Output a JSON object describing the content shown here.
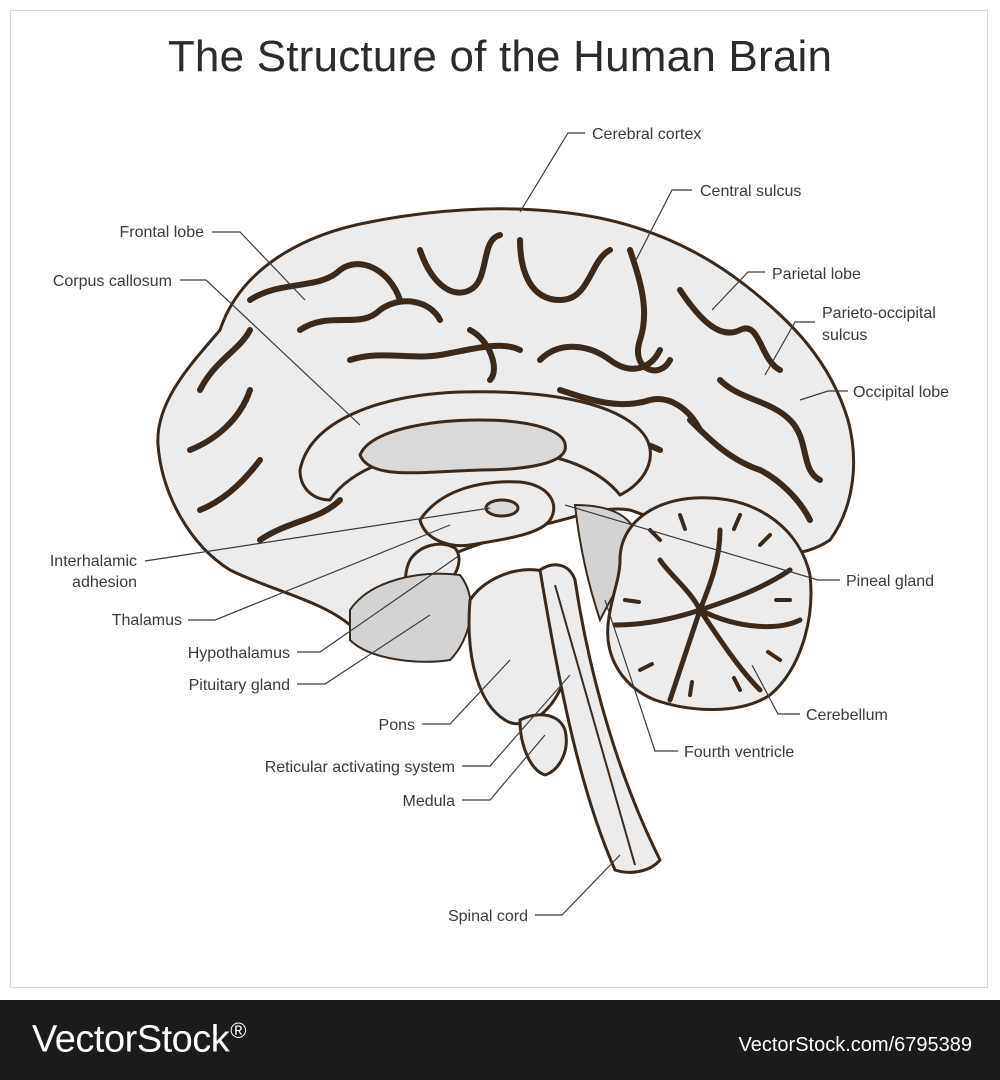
{
  "title": "The Structure of the Human Brain",
  "labels": {
    "cerebral_cortex": "Cerebral cortex",
    "central_sulcus": "Central sulcus",
    "frontal_lobe": "Frontal lobe",
    "corpus_callosum": "Corpus callosum",
    "parietal_lobe": "Parietal lobe",
    "parieto_occipital_1": "Parieto-occipital",
    "parieto_occipital_2": "sulcus",
    "occipital_lobe": "Occipital lobe",
    "interhalamic_1": "Interhalamic",
    "interhalamic_2": "adhesion",
    "thalamus": "Thalamus",
    "pineal_gland": "Pineal gland",
    "hypothalamus": "Hypothalamus",
    "pituitary_gland": "Pituitary gland",
    "cerebellum": "Cerebellum",
    "pons": "Pons",
    "fourth_ventricle": "Fourth ventricle",
    "reticular": "Reticular activating system",
    "medula": "Medula",
    "spinal_cord": "Spinal cord"
  },
  "footer": {
    "brand": "VectorStock",
    "registered": "®",
    "url": "VectorStock.com/6795389"
  },
  "colors": {
    "outline": "#3b2a1c",
    "brain_fill": "#ececec",
    "inner_fill": "#d9d9d9",
    "footer_bg": "#1b1b1b"
  }
}
